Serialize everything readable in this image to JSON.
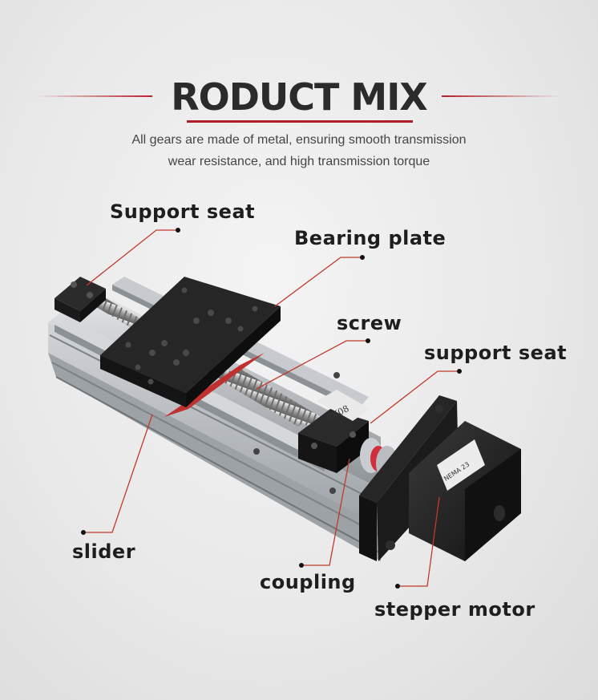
{
  "header": {
    "title": "RODUCT MIX",
    "subtitle_line1": "All gears are made of metal, ensuring smooth transmission",
    "subtitle_line2": "wear resistance, and high transmission torque"
  },
  "callouts": {
    "support_seat_left": "Support seat",
    "bearing_plate": "Bearing plate",
    "screw": "screw",
    "support_seat_right": "support seat",
    "slider": "slider",
    "coupling": "coupling",
    "stepper_motor": "stepper motor"
  },
  "product_marks": {
    "support_block_text": "EK08",
    "motor_label_text": "NEMA 23"
  },
  "colors": {
    "accent_red": "#b8202e",
    "leader_line": "#c0392b",
    "anodized_black": "#222222",
    "aluminum": "#c9ccd0"
  }
}
